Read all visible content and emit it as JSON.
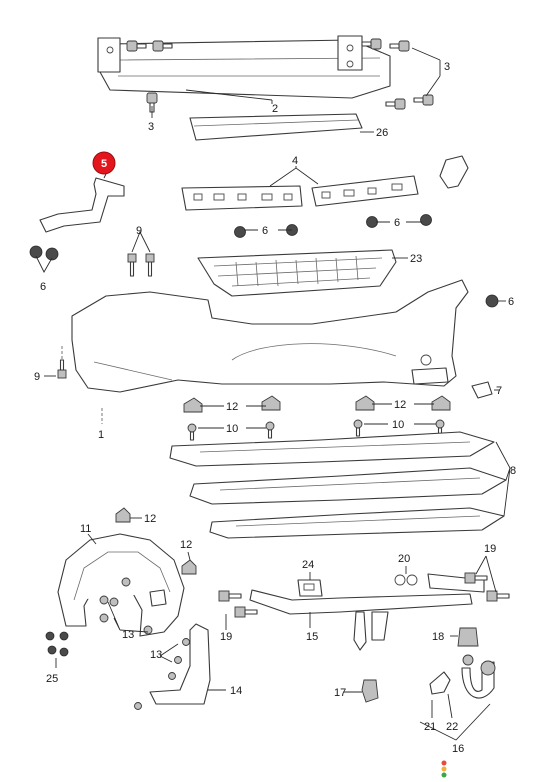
{
  "callouts": {
    "c1": "1",
    "c2": "2",
    "c3a": "3",
    "c3b": "3",
    "c4": "4",
    "c5": "5",
    "c6a": "6",
    "c6b": "6",
    "c6c": "6",
    "c6d": "6",
    "c7": "7",
    "c8": "8",
    "c9a": "9",
    "c9b": "9",
    "c10a": "10",
    "c10b": "10",
    "c11": "11",
    "c12a": "12",
    "c12b": "12",
    "c12c": "12",
    "c12d": "12",
    "c13a": "13",
    "c13b": "13",
    "c14": "14",
    "c15": "15",
    "c16": "16",
    "c17": "17",
    "c18": "18",
    "c19a": "19",
    "c19b": "19",
    "c20": "20",
    "c21": "21",
    "c22": "22",
    "c23": "23",
    "c24": "24",
    "c25": "25",
    "c26": "26"
  },
  "highlight": {
    "part": "5",
    "color": "#e3161d"
  },
  "status_lights": [
    "#e84a3c",
    "#f2b13a",
    "#39a845"
  ]
}
